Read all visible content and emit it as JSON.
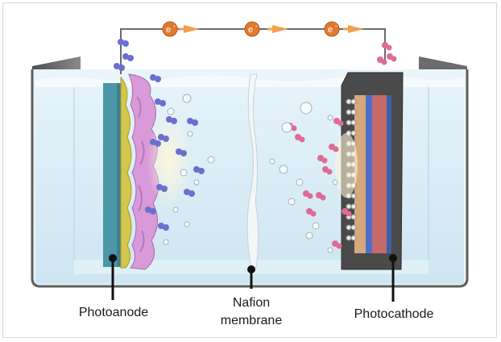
{
  "labels": {
    "photoanode": "Photoanode",
    "membrane_line1": "Nafion",
    "membrane_line2": "membrane",
    "photocathode": "Photocathode"
  },
  "electron_symbol": "e",
  "electron_charge": "-",
  "electron_count": 3,
  "colors": {
    "electron": "#e07a2e",
    "arrow": "#f0a050",
    "wire": "#6a6a6a",
    "photoanode_substrate": "#4a97a6",
    "photoanode_layer1": "#d4c64a",
    "photoanode_layer2": "#d89ad8",
    "photocathode_shell": "#4a4a4a",
    "photocathode_stripe_blue": "#4e6fc9",
    "photocathode_stripe_red": "#c46a6a",
    "photocathode_stripe_tan": "#d7a77d",
    "bubble_blue": "#6b6fd1",
    "bubble_pink": "#e06a96",
    "water": "#c9e6f3",
    "tank": "#5e5e5e"
  }
}
